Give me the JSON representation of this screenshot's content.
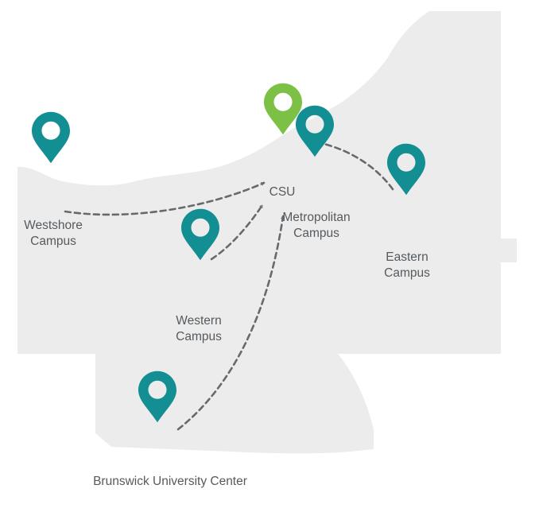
{
  "colors": {
    "land": "#ececec",
    "campus_pin": "#138e93",
    "csu_pin": "#7cc046",
    "route": "#666a6d",
    "label": "#555a5e"
  },
  "icons": {
    "campus": "map-pin-icon",
    "hub": "map-pin-icon"
  },
  "hub": {
    "label": "CSU"
  },
  "campuses": [
    {
      "id": "westshore",
      "lines": [
        "Westshore",
        "Campus"
      ]
    },
    {
      "id": "metropolitan",
      "lines": [
        "Metropolitan",
        "Campus"
      ]
    },
    {
      "id": "eastern",
      "lines": [
        "Eastern",
        "Campus"
      ]
    },
    {
      "id": "western",
      "lines": [
        "Western",
        "Campus"
      ]
    },
    {
      "id": "brunswick",
      "lines": [
        "Brunswick University Center"
      ]
    }
  ]
}
